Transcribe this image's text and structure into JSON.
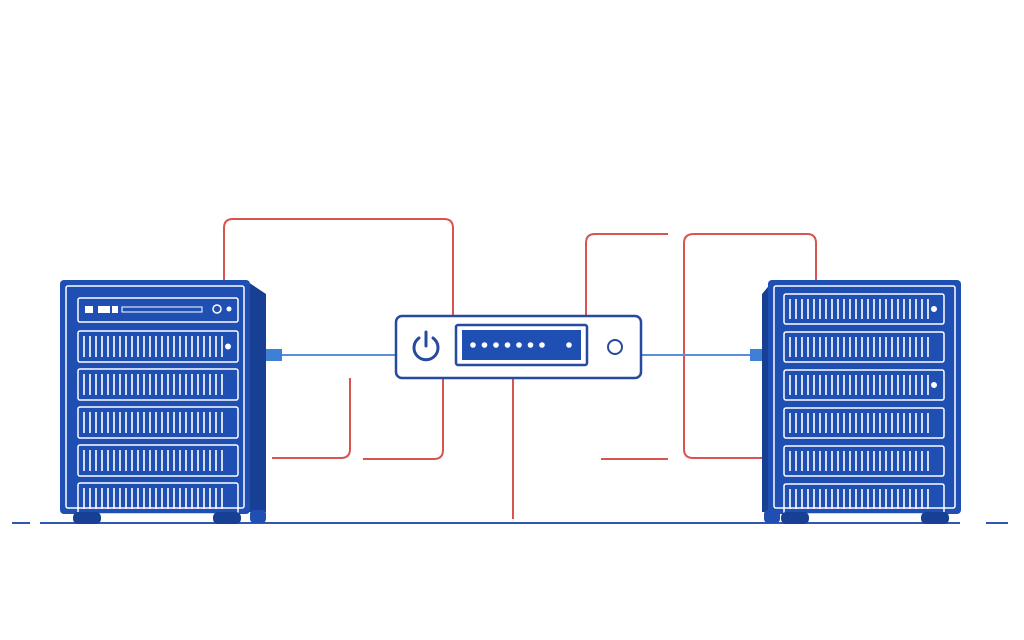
{
  "diagram": {
    "nodes": [
      {
        "id": "server-left",
        "kind": "server-rack",
        "icon": "server-rack-icon",
        "drive_bays": 5
      },
      {
        "id": "switch",
        "kind": "network-switch",
        "icon": "network-switch-icon",
        "port_indicators": 8
      },
      {
        "id": "server-right",
        "kind": "server-rack",
        "icon": "server-rack-icon",
        "drive_bays": 6
      }
    ],
    "links": [
      {
        "from": "server-left",
        "to": "switch",
        "kind": "network-cable"
      },
      {
        "from": "switch",
        "to": "server-right",
        "kind": "network-cable"
      }
    ]
  },
  "colors": {
    "rack_blue": "#1f4fb3",
    "rack_dark": "#173f93",
    "panel_white": "#ffffff",
    "cable_blue": "#5b8fd9",
    "wire_red": "#d9534f",
    "switch_outline": "#274a9e",
    "ground_line": "#2f56b0"
  }
}
